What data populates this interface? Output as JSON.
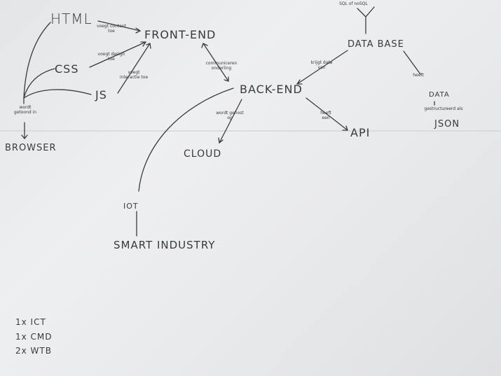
{
  "nodes": {
    "html": "HTML",
    "css": "CSS",
    "js": "JS",
    "front_end": "FRONT-END",
    "back_end": "BACK-END",
    "database": "DATA BASE",
    "sql": "SQL of noSQL",
    "api": "API",
    "cloud": "CLOUD",
    "browser": "BROWSER",
    "iot": "IOT",
    "smart_industry": "SMART INDUSTRY",
    "data": "DATA",
    "json": "JSON"
  },
  "edge_labels": {
    "html_front": "voegt content toe",
    "css_front": "voegt design toe",
    "js_front": "voegt interactie toe",
    "browser_wordt": "wordt getoond in",
    "front_back": "communiceren onderling",
    "back_cloud": "wordt gehost op",
    "back_api": "heeft een",
    "db_back": "krijgt data van",
    "db_data": "heeft",
    "data_json": "gestructureerd als"
  },
  "legend": [
    "1x ICT",
    "1x CMD",
    "2x WTB"
  ]
}
